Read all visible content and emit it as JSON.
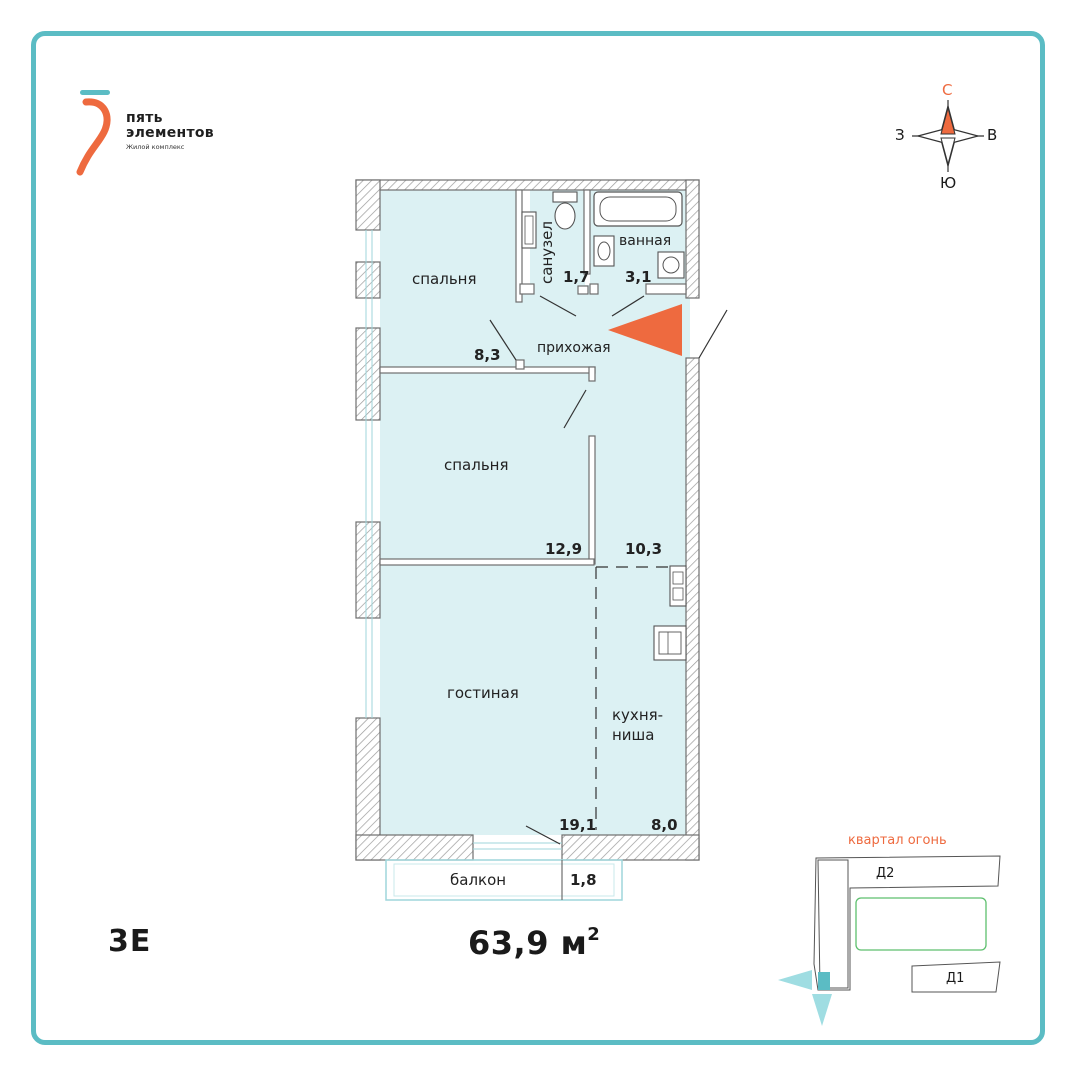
{
  "brand": {
    "name_line1": "пять",
    "name_line2": "элементов",
    "subtitle": "Жилой комплекс",
    "color_accent": "#5bbcc4",
    "color_secondary": "#ee6a3f"
  },
  "compass": {
    "north": "С",
    "south": "Ю",
    "west": "З",
    "east": "В"
  },
  "rooms": {
    "bedroom1": {
      "label": "спальня",
      "area": "8,3"
    },
    "bedroom2": {
      "label": "спальня",
      "area": "12,9"
    },
    "wc": {
      "label": "санузел",
      "area": "1,7"
    },
    "bathroom": {
      "label": "ванная",
      "area": "3,1"
    },
    "hall": {
      "label": "прихожая",
      "area": "10,3"
    },
    "living": {
      "label": "гостиная",
      "area": "19,1"
    },
    "kitchen": {
      "label_line1": "кухня-",
      "label_line2": "ниша",
      "area": "8,0"
    },
    "balcony": {
      "label": "балкон",
      "area": "1,8"
    }
  },
  "apartment": {
    "type": "3Е",
    "area": "63,9 м",
    "area_unit_sup": "2"
  },
  "minimap": {
    "title": "квартал огонь",
    "building_d2": "Д2",
    "building_d1": "Д1"
  },
  "colors": {
    "floor_fill": "#dcf1f3",
    "wall": "#6e6e6e",
    "entrance_marker": "#ee6a3f"
  }
}
